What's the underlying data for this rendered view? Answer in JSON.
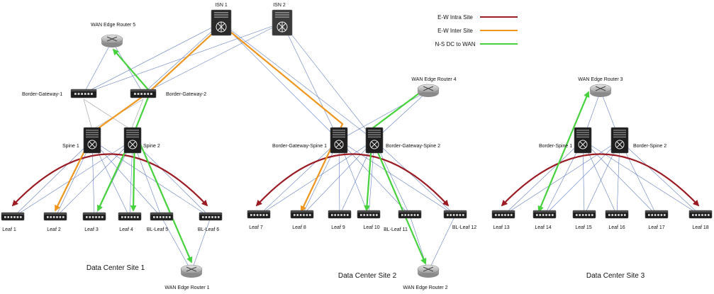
{
  "legend": {
    "items": [
      {
        "label": "E-W Intra Site",
        "color": "#9b1c24"
      },
      {
        "label": "E-W Inter Site",
        "color": "#f0961e"
      },
      {
        "label": "N-S DC to WAN",
        "color": "#46d23c"
      }
    ]
  },
  "colors": {
    "physical_link": "#3d5fb0",
    "gateway_mesh": "#a9a9a9",
    "switch_body": "#1e1e1e",
    "router_body": "#c4c4c4"
  },
  "isn": {
    "isn1": "ISN 1",
    "isn2": "ISN 2"
  },
  "site1": {
    "title": "Data Center Site 1",
    "wan_router_top": "WAN Edge Router 5",
    "wan_router_bottom": "WAN Edge Router 1",
    "border_gateway_1": "Border-Gateway-1",
    "border_gateway_2": "Border-Gateway-2",
    "spine_1": "Spine 1",
    "spine_2": "Spine 2",
    "leaves": [
      "Leaf 1",
      "Leaf 2",
      "Leaf 3",
      "Leaf 4",
      "BL-Leaf 5",
      "BL-Leaf 6"
    ]
  },
  "site2": {
    "title": "Data Center Site 2",
    "wan_router_top": "WAN Edge Router 4",
    "wan_router_bottom": "WAN Edge Router 2",
    "bgw_spine_1": "Border-Gateway-Spine 1",
    "bgw_spine_2": "Border-Gateway-Spine 2",
    "leaves": [
      "Leaf 7",
      "Leaf 8",
      "Leaf 9",
      "Leaf 10",
      "BL-Leaf 11",
      "BL-Leaf 12"
    ]
  },
  "site3": {
    "title": "Data Center Site 3",
    "wan_router_top": "WAN Edge Router 3",
    "border_spine_1": "Border-Spine 1",
    "border_spine_2": "Border-Spine 2",
    "leaves": [
      "Leaf 13",
      "Leaf 14",
      "Leaf 15",
      "Leaf 16",
      "Leaf 17",
      "Leaf 18"
    ]
  }
}
